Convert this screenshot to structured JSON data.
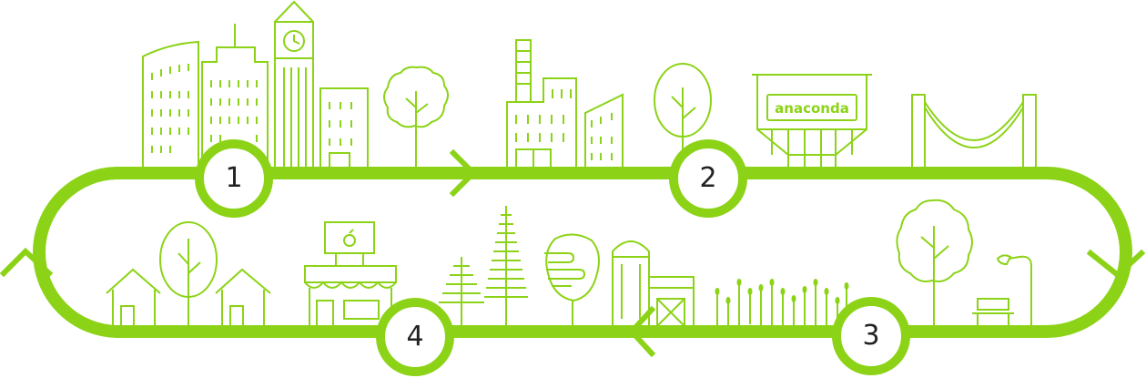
{
  "colors": {
    "accent": "#8cd317",
    "ink": "#222222",
    "background": "#ffffff"
  },
  "steps": [
    {
      "label": "1"
    },
    {
      "label": "2"
    },
    {
      "label": "3"
    },
    {
      "label": "4"
    }
  ],
  "sign": {
    "text": "anaconda"
  },
  "icons": [
    "city-skyline-icon",
    "clock-tower-icon",
    "tree-icon",
    "factory-icon",
    "warehouse-icon",
    "bridge-icon",
    "house-icon",
    "shop-icon",
    "fir-tree-icon",
    "silo-icon",
    "barn-icon",
    "crop-field-icon",
    "bench-icon",
    "street-lamp-icon",
    "direction-arrow-icon"
  ]
}
